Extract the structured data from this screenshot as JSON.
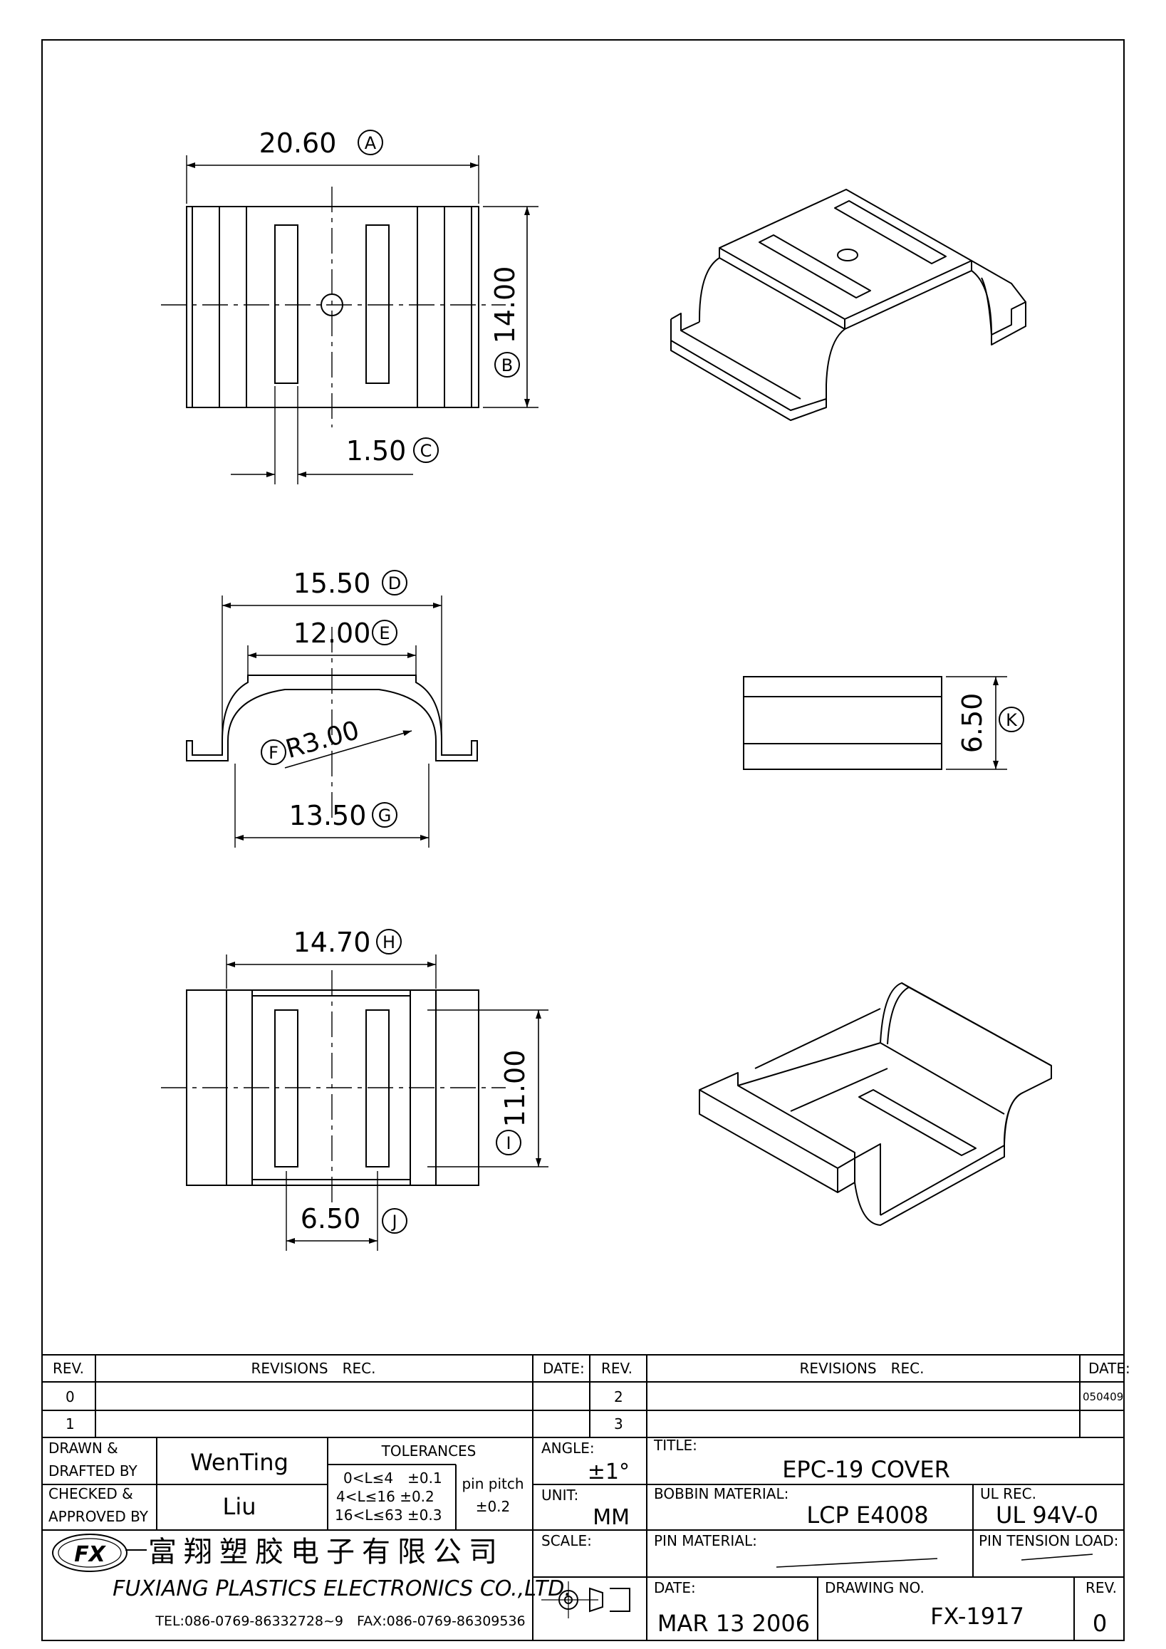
{
  "dimensions": {
    "A": {
      "value": "20.60",
      "tag": "A"
    },
    "B": {
      "value": "14.00",
      "tag": "B"
    },
    "C": {
      "value": "1.50",
      "tag": "C"
    },
    "D": {
      "value": "15.50",
      "tag": "D"
    },
    "E": {
      "value": "12.00",
      "tag": "E"
    },
    "F": {
      "value": "R3.00",
      "tag": "F"
    },
    "G": {
      "value": "13.50",
      "tag": "G"
    },
    "H": {
      "value": "14.70",
      "tag": "H"
    },
    "I": {
      "value": "11.00",
      "tag": "I"
    },
    "J": {
      "value": "6.50",
      "tag": "J"
    },
    "K": {
      "value": "6.50",
      "tag": "K"
    }
  },
  "title_block": {
    "rev_header": "REV.",
    "revisions_header": "REVISIONS　REC.",
    "date_header": "DATE:",
    "rev_rows_left": [
      "0",
      "1"
    ],
    "rev_rows_right": [
      "2",
      "3"
    ],
    "rev_date_2": "050409",
    "drawn_label_1": "DRAWN &",
    "drawn_label_2": "DRAFTED BY",
    "drawn_by": "WenTing",
    "checked_label_1": "CHECKED &",
    "checked_label_2": "APPROVED BY",
    "checked_by": "Liu",
    "tolerances_label": "TOLERANCES",
    "tol_1": "0<L≤4　±0.1",
    "tol_2": "4<L≤16 ±0.2",
    "tol_3": "16<L≤63 ±0.3",
    "pin_pitch_label": "pin pitch",
    "pin_pitch_value": "±0.2",
    "angle_label": "ANGLE:",
    "angle_value": "±1°",
    "unit_label": "UNIT:",
    "unit_value": "MM",
    "scale_label": "SCALE:",
    "title_label": "TITLE:",
    "title_value": "EPC-19 COVER",
    "bobbin_material_label": "BOBBIN MATERIAL:",
    "bobbin_material_value": "LCP E4008",
    "ul_rec_label": "UL REC.",
    "ul_rec_value": "UL 94V-0",
    "pin_material_label": "PIN MATERIAL:",
    "pin_tension_label": "PIN TENSION LOAD:",
    "date_label": "DATE:",
    "date_value": "MAR 13 2006",
    "drawing_no_label": "DRAWING NO.",
    "drawing_no_value": "FX-1917",
    "rev_label": "REV.",
    "rev_value": "0"
  },
  "company": {
    "logo_text": "FX",
    "name_cn": "富翔塑胶电子有限公司",
    "name_en": "FUXIANG PLASTICS ELECTRONICS CO.,LTD.",
    "contact": "TEL:086-0769-86332728~9　FAX:086-0769-86309536"
  }
}
